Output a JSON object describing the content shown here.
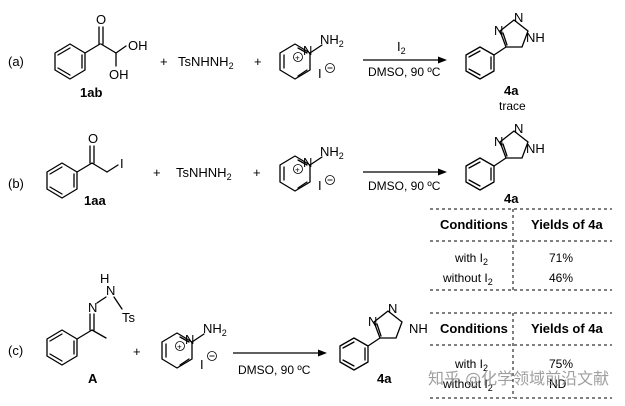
{
  "scheme_a": {
    "label": "(a)",
    "compound_1": "1ab",
    "plus": "+",
    "reagent_2": "TsNHNH",
    "reagent_2_sub": "2",
    "plus_2": "+",
    "oh_1": "OH",
    "oh_2": "OH",
    "o_atom": "O",
    "nh2": "NH",
    "nh2_sub": "2",
    "iodide": "I",
    "arrow_top": "I",
    "arrow_top_sub": "2",
    "arrow_bottom": "DMSO, 90 ºC",
    "product": "4a",
    "product_note": "trace",
    "nh": "NH",
    "n_top": "N",
    "n_mid": "N"
  },
  "scheme_b": {
    "label": "(b)",
    "compound_1": "1aa",
    "plus": "+",
    "reagent_2": "TsNHNH",
    "reagent_2_sub": "2",
    "plus_2": "+",
    "o_atom": "O",
    "i_atom": "I",
    "nh2": "NH",
    "nh2_sub": "2",
    "iodide": "I",
    "arrow_bottom": "DMSO, 90 ºC",
    "product": "4a",
    "nh": "NH",
    "n_top": "N",
    "n_mid": "N",
    "table": {
      "headers": [
        "Conditions",
        "Yields of 4a"
      ],
      "rows": [
        {
          "cond": "with I",
          "cond_sub": "2",
          "yield": "71%"
        },
        {
          "cond": "without I",
          "cond_sub": "2",
          "yield": "46%"
        }
      ]
    }
  },
  "scheme_c": {
    "label": "(c)",
    "compound": "A",
    "n_atom": "N",
    "h_atom": "H",
    "n_atom_2": "N",
    "ts": "Ts",
    "plus": "+",
    "nh2": "NH",
    "nh2_sub": "2",
    "iodide": "I",
    "arrow_bottom": "DMSO, 90 ºC",
    "product": "4a",
    "nh": "NH",
    "n_top": "N",
    "n_mid": "N",
    "table": {
      "headers": [
        "Conditions",
        "Yields of 4a"
      ],
      "rows": [
        {
          "cond": "with I",
          "cond_sub": "2",
          "yield": "75%"
        },
        {
          "cond": "without I",
          "cond_sub": "2",
          "yield": "ND"
        }
      ]
    }
  },
  "watermark": "知乎 @化学领域前沿文献"
}
